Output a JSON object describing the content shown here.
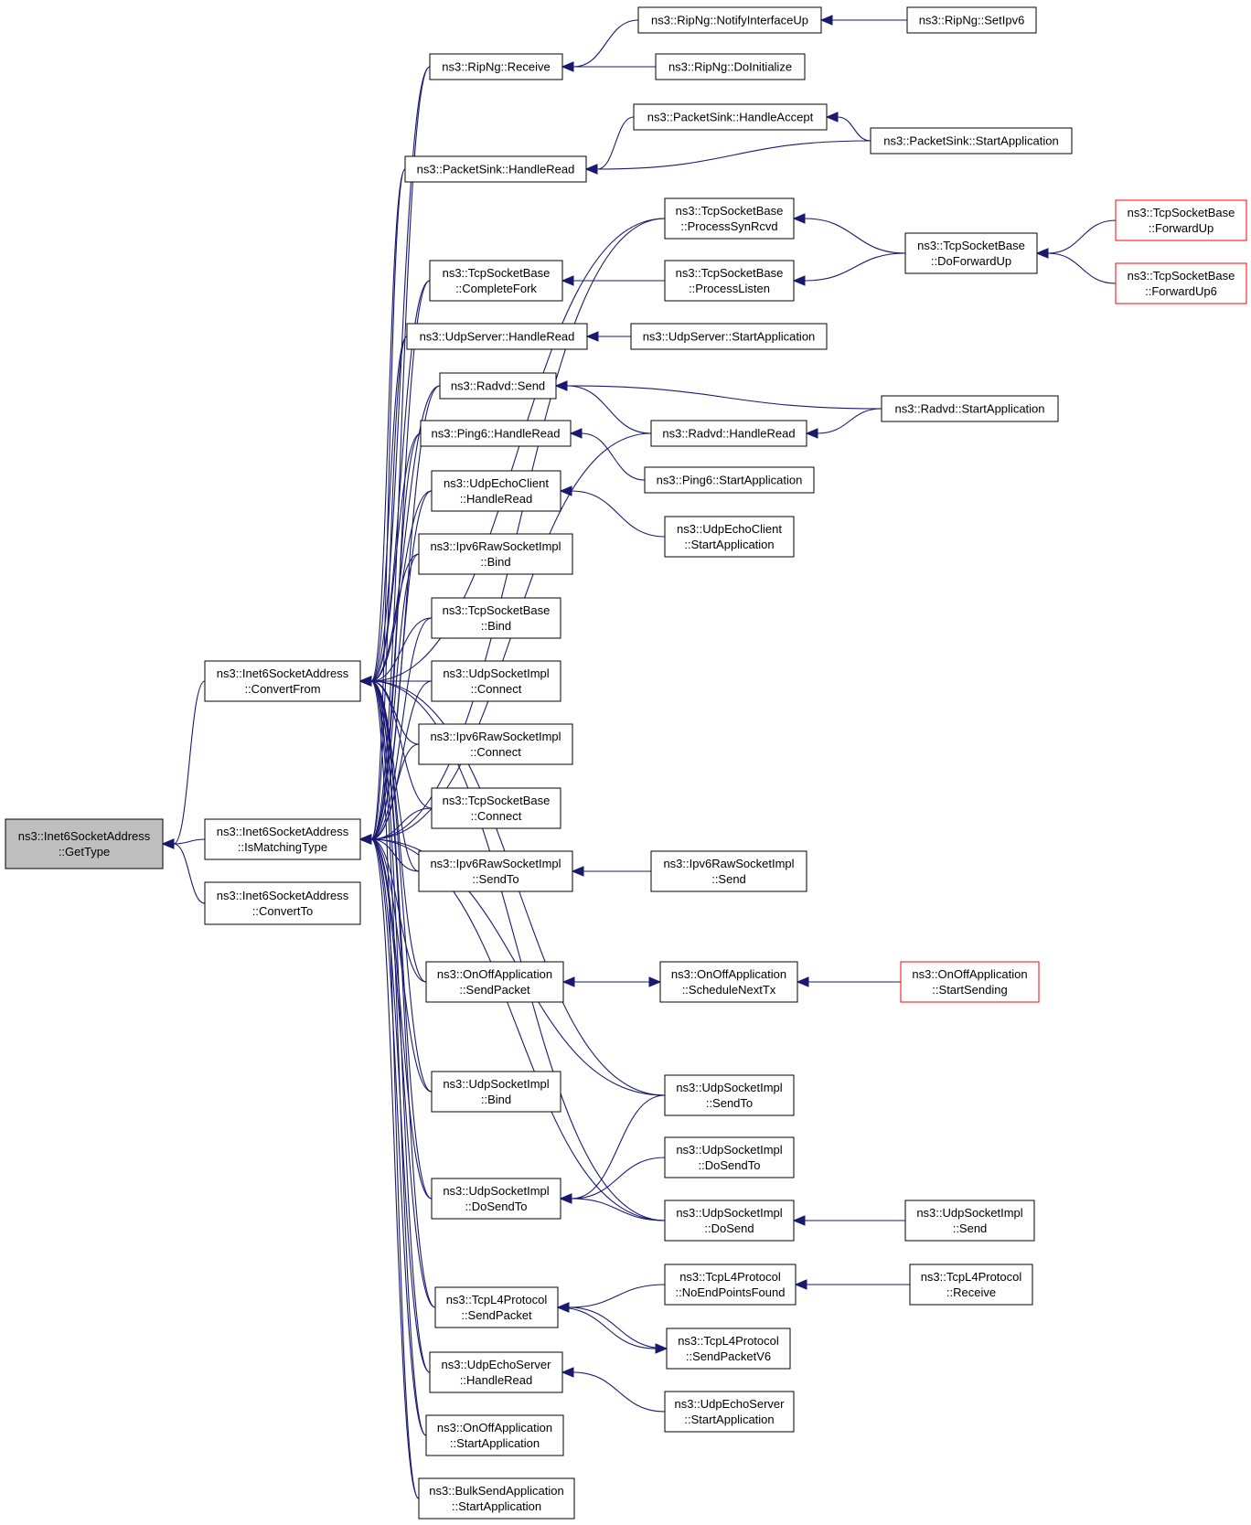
{
  "colors": {
    "edge": "#191970",
    "root_fill": "#bfbfbf",
    "truncated_border": "#ff0000",
    "border": "#000000"
  },
  "nodes": [
    {
      "id": "gettype",
      "lines": [
        "ns3::Inet6SocketAddress",
        "::GetType"
      ],
      "style": "root"
    },
    {
      "id": "convertfrom",
      "lines": [
        "ns3::Inet6SocketAddress",
        "::ConvertFrom"
      ]
    },
    {
      "id": "ismatching",
      "lines": [
        "ns3::Inet6SocketAddress",
        "::IsMatchingType"
      ]
    },
    {
      "id": "convertto",
      "lines": [
        "ns3::Inet6SocketAddress",
        "::ConvertTo"
      ]
    },
    {
      "id": "ripng_receive",
      "lines": [
        "ns3::RipNg::Receive"
      ]
    },
    {
      "id": "ripng_notify",
      "lines": [
        "ns3::RipNg::NotifyInterfaceUp"
      ]
    },
    {
      "id": "ripng_setipv6",
      "lines": [
        "ns3::RipNg::SetIpv6"
      ]
    },
    {
      "id": "ripng_doinit",
      "lines": [
        "ns3::RipNg::DoInitialize"
      ]
    },
    {
      "id": "ps_accept",
      "lines": [
        "ns3::PacketSink::HandleAccept"
      ]
    },
    {
      "id": "ps_start",
      "lines": [
        "ns3::PacketSink::StartApplication"
      ]
    },
    {
      "id": "ps_read",
      "lines": [
        "ns3::PacketSink::HandleRead"
      ]
    },
    {
      "id": "tcp_synrcvd",
      "lines": [
        "ns3::TcpSocketBase",
        "::ProcessSynRcvd"
      ]
    },
    {
      "id": "tcp_dofwd",
      "lines": [
        "ns3::TcpSocketBase",
        "::DoForwardUp"
      ]
    },
    {
      "id": "tcp_fwd",
      "lines": [
        "ns3::TcpSocketBase",
        "::ForwardUp"
      ],
      "style": "trunc"
    },
    {
      "id": "tcp_fwd6",
      "lines": [
        "ns3::TcpSocketBase",
        "::ForwardUp6"
      ],
      "style": "trunc"
    },
    {
      "id": "tcp_complete",
      "lines": [
        "ns3::TcpSocketBase",
        "::CompleteFork"
      ]
    },
    {
      "id": "tcp_listen",
      "lines": [
        "ns3::TcpSocketBase",
        "::ProcessListen"
      ]
    },
    {
      "id": "udpsrv_read",
      "lines": [
        "ns3::UdpServer::HandleRead"
      ]
    },
    {
      "id": "udpsrv_start",
      "lines": [
        "ns3::UdpServer::StartApplication"
      ]
    },
    {
      "id": "radvd_send",
      "lines": [
        "ns3::Radvd::Send"
      ]
    },
    {
      "id": "radvd_start",
      "lines": [
        "ns3::Radvd::StartApplication"
      ]
    },
    {
      "id": "radvd_read",
      "lines": [
        "ns3::Radvd::HandleRead"
      ]
    },
    {
      "id": "ping6_read",
      "lines": [
        "ns3::Ping6::HandleRead"
      ]
    },
    {
      "id": "ping6_start",
      "lines": [
        "ns3::Ping6::StartApplication"
      ]
    },
    {
      "id": "uec_read",
      "lines": [
        "ns3::UdpEchoClient",
        "::HandleRead"
      ]
    },
    {
      "id": "uec_start",
      "lines": [
        "ns3::UdpEchoClient",
        "::StartApplication"
      ]
    },
    {
      "id": "ipv6raw_bind",
      "lines": [
        "ns3::Ipv6RawSocketImpl",
        "::Bind"
      ]
    },
    {
      "id": "tcp_bind",
      "lines": [
        "ns3::TcpSocketBase",
        "::Bind"
      ]
    },
    {
      "id": "udpsock_connect",
      "lines": [
        "ns3::UdpSocketImpl",
        "::Connect"
      ]
    },
    {
      "id": "ipv6raw_connect",
      "lines": [
        "ns3::Ipv6RawSocketImpl",
        "::Connect"
      ]
    },
    {
      "id": "tcp_connect",
      "lines": [
        "ns3::TcpSocketBase",
        "::Connect"
      ]
    },
    {
      "id": "ipv6raw_sendto",
      "lines": [
        "ns3::Ipv6RawSocketImpl",
        "::SendTo"
      ]
    },
    {
      "id": "ipv6raw_send",
      "lines": [
        "ns3::Ipv6RawSocketImpl",
        "::Send"
      ]
    },
    {
      "id": "onoff_sendpkt",
      "lines": [
        "ns3::OnOffApplication",
        "::SendPacket"
      ]
    },
    {
      "id": "onoff_sched",
      "lines": [
        "ns3::OnOffApplication",
        "::ScheduleNextTx"
      ]
    },
    {
      "id": "onoff_startsend",
      "lines": [
        "ns3::OnOffApplication",
        "::StartSending"
      ],
      "style": "trunc"
    },
    {
      "id": "udpsock_bind",
      "lines": [
        "ns3::UdpSocketImpl",
        "::Bind"
      ]
    },
    {
      "id": "udpsock_sendto",
      "lines": [
        "ns3::UdpSocketImpl",
        "::SendTo"
      ]
    },
    {
      "id": "udpsock_dosendto2",
      "lines": [
        "ns3::UdpSocketImpl",
        "::DoSendTo"
      ]
    },
    {
      "id": "udpsock_dosendto",
      "lines": [
        "ns3::UdpSocketImpl",
        "::DoSendTo"
      ]
    },
    {
      "id": "udpsock_dosend",
      "lines": [
        "ns3::UdpSocketImpl",
        "::DoSend"
      ]
    },
    {
      "id": "udpsock_send",
      "lines": [
        "ns3::UdpSocketImpl",
        "::Send"
      ]
    },
    {
      "id": "tcpl4_sendpkt",
      "lines": [
        "ns3::TcpL4Protocol",
        "::SendPacket"
      ]
    },
    {
      "id": "tcpl4_noend",
      "lines": [
        "ns3::TcpL4Protocol",
        "::NoEndPointsFound"
      ]
    },
    {
      "id": "tcpl4_receive",
      "lines": [
        "ns3::TcpL4Protocol",
        "::Receive"
      ]
    },
    {
      "id": "tcpl4_sendpkt6",
      "lines": [
        "ns3::TcpL4Protocol",
        "::SendPacketV6"
      ]
    },
    {
      "id": "ues_read",
      "lines": [
        "ns3::UdpEchoServer",
        "::HandleRead"
      ]
    },
    {
      "id": "ues_start",
      "lines": [
        "ns3::UdpEchoServer",
        "::StartApplication"
      ]
    },
    {
      "id": "onoff_start",
      "lines": [
        "ns3::OnOffApplication",
        "::StartApplication"
      ]
    },
    {
      "id": "bulk_start",
      "lines": [
        "ns3::BulkSendApplication",
        "::StartApplication"
      ]
    }
  ]
}
